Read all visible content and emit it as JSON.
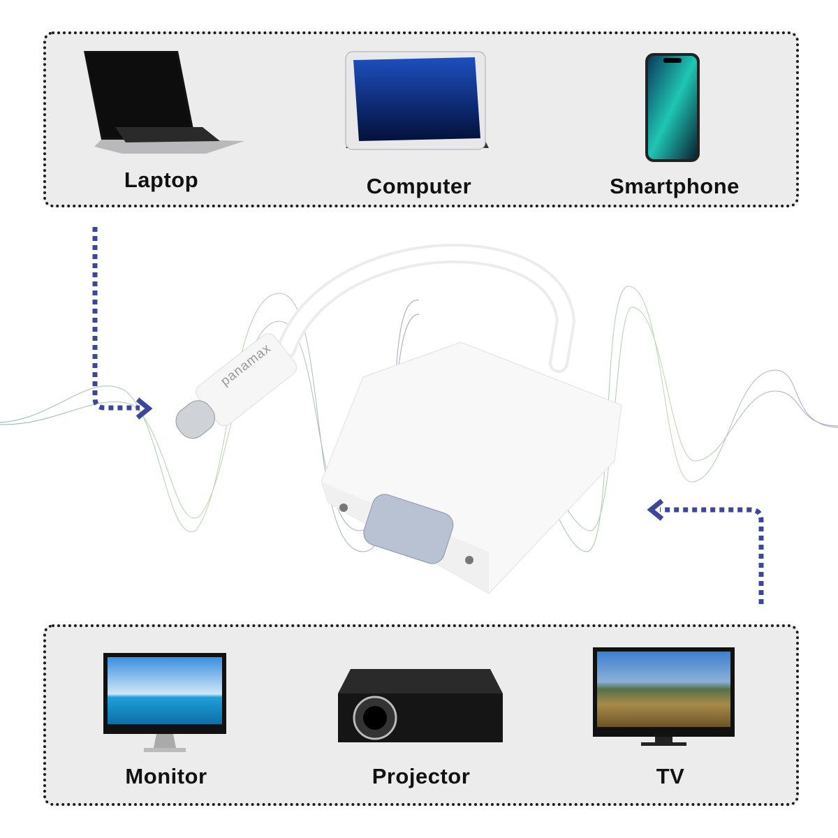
{
  "sources": [
    {
      "label": "Laptop",
      "icon": "laptop-icon"
    },
    {
      "label": "Computer",
      "icon": "tablet-icon"
    },
    {
      "label": "Smartphone",
      "icon": "smartphone-icon"
    }
  ],
  "outputs": [
    {
      "label": "Monitor",
      "icon": "monitor-icon"
    },
    {
      "label": "Projector",
      "icon": "projector-icon"
    },
    {
      "label": "TV",
      "icon": "tv-icon"
    }
  ],
  "adapter": {
    "brand": "panamax"
  },
  "colors": {
    "arrow": "#3c4799",
    "wave_left": "#7fb3a0",
    "wave_right": "#8a86c0"
  }
}
